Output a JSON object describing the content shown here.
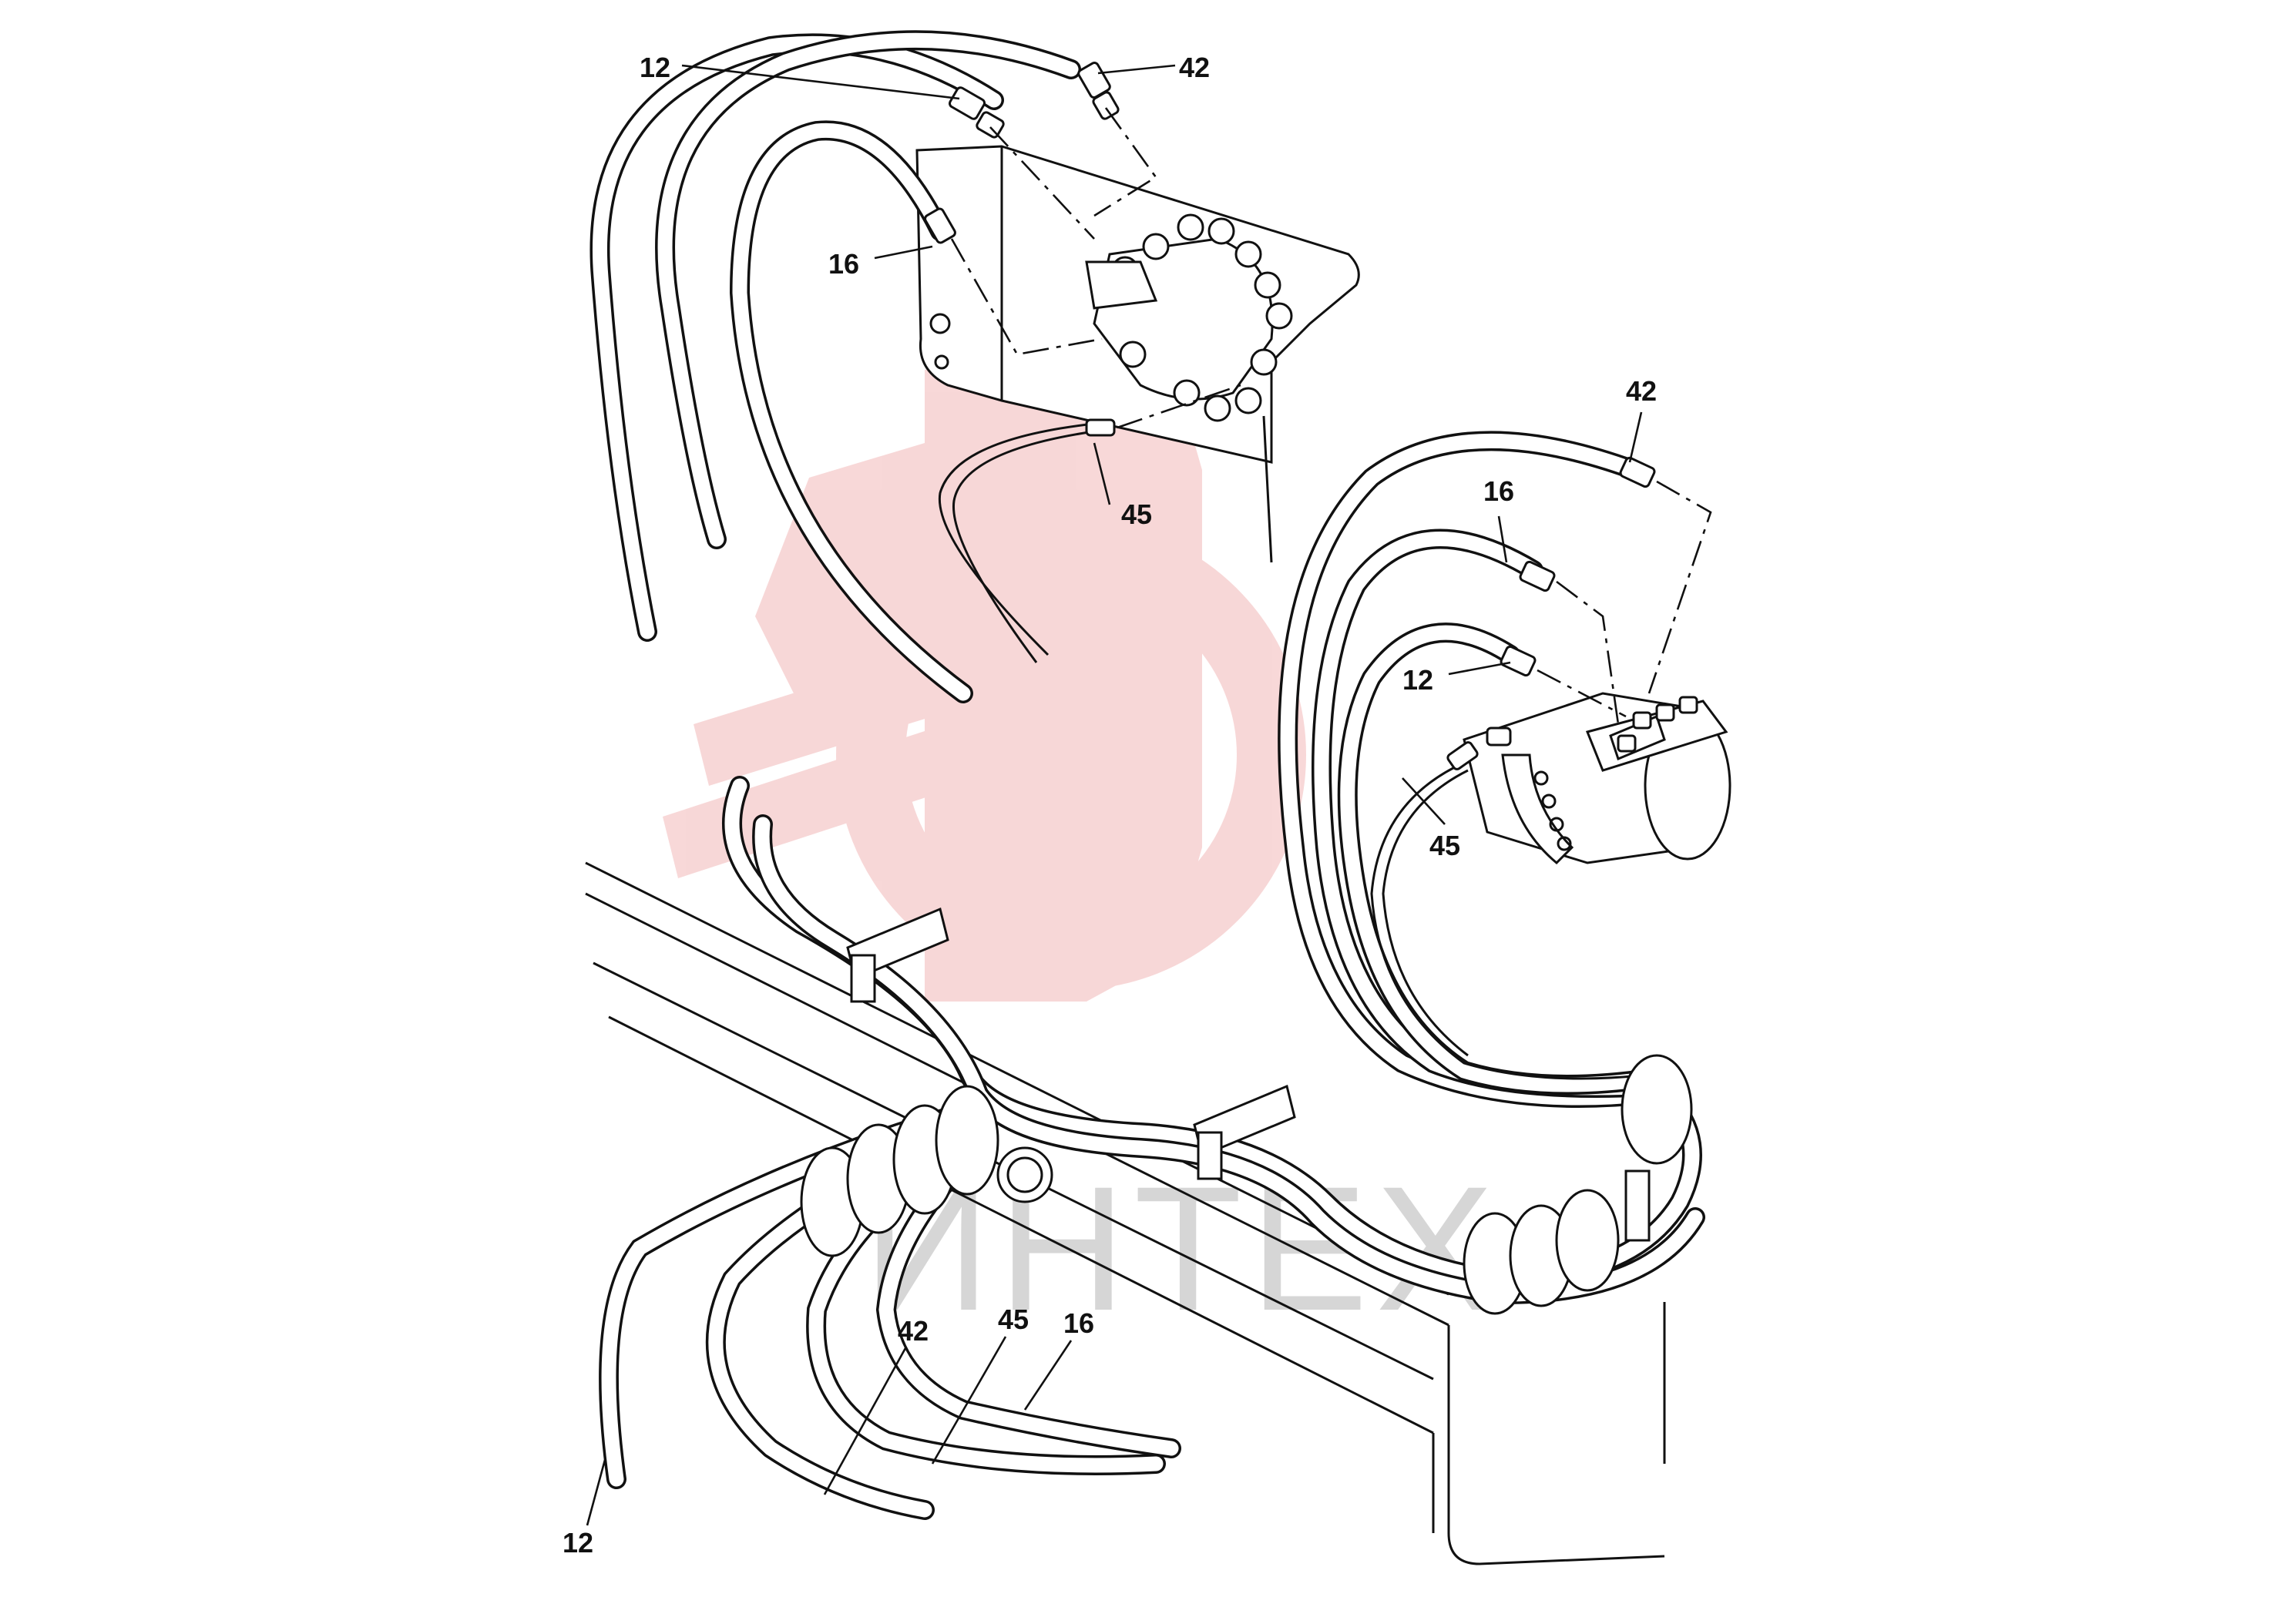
{
  "diagram": {
    "watermark": {
      "text": "ИНТЕХ",
      "color": "#f2b8b8"
    },
    "callouts": {
      "top_left_12": "12",
      "top_right_42": "42",
      "top_16": "16",
      "top_45": "45",
      "motor_42": "42",
      "motor_16": "16",
      "motor_12": "12",
      "motor_45": "45",
      "bottom_42": "42",
      "bottom_45": "45",
      "bottom_16": "16",
      "bottom_12": "12"
    },
    "colors": {
      "line": "#111111",
      "background": "#ffffff",
      "watermark": "#f2b8b8"
    }
  }
}
